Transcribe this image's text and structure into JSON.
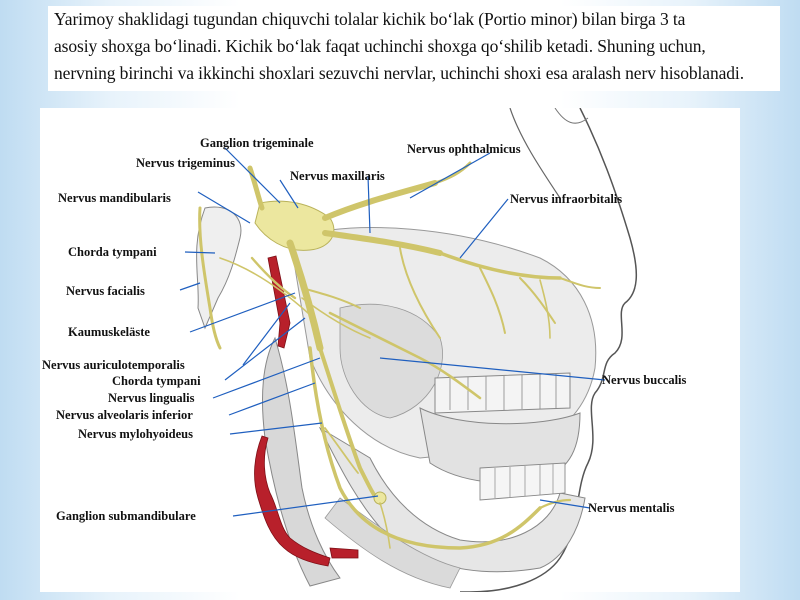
{
  "caption": {
    "line1": "Yarimoy shaklidagi tugundan chiquvchi tolalar kichik bo‘lak (Portio minor) bilan birga 3 ta",
    "line2": "asosiy shoxga bo‘linadi. Kichik bo‘lak faqat uchinchi shoxga qo‘shilib ketadi. Shuning uchun,",
    "line3": "nervning birinchi va ikkinchi shoxlari sezuvchi nervlar, uchinchi shoxi esa aralash nerv hisoblanadi."
  },
  "figure": {
    "labels": {
      "ganglion_trigeminale": "Ganglion trigeminale",
      "nervus_trigeminus": "Nervus trigeminus",
      "nervus_ophthalmicus": "Nervus ophthalmicus",
      "nervus_maxillaris": "Nervus maxillaris",
      "nervus_mandibularis": "Nervus mandibularis",
      "nervus_infraorbitalis": "Nervus infraorbitalis",
      "chorda_tympani_upper": "Chorda tympani",
      "nervus_facialis": "Nervus facialis",
      "kaumuskelaste": "Kaumuskeläste",
      "nervus_auriculotemporalis": "Nervus auriculotemporalis",
      "chorda_tympani_lower": "Chorda tympani",
      "nervus_lingualis": "Nervus lingualis",
      "nervus_alveolaris_inferior": "Nervus alveolaris inferior",
      "nervus_mylohyoideus": "Nervus mylohyoideus",
      "nervus_buccalis": "Nervus buccalis",
      "ganglion_submandibulare": "Ganglion submandibulare",
      "nervus_mentalis": "Nervus mentalis"
    },
    "colors": {
      "nerve": "#e9e49a",
      "nerve_stroke": "#b9b25a",
      "artery": "#b8202b",
      "leader_line": "#1f5fbf",
      "bone": "#e6e6e6"
    }
  }
}
